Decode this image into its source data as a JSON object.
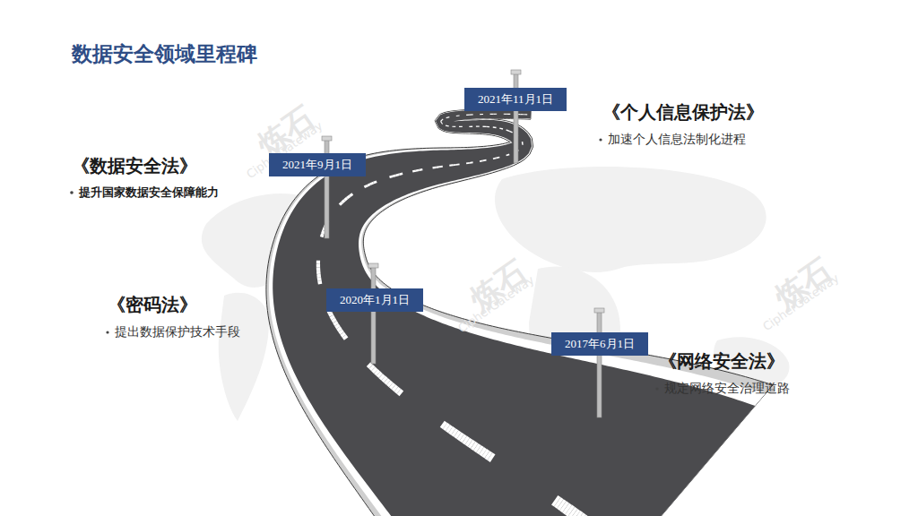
{
  "diagram": {
    "title": "数据安全领域里程碑",
    "nodes": [
      {
        "text": [
          "2021年11月1日"
        ]
      },
      {
        "text": [
          "2021年9月1日"
        ]
      },
      {
        "text": [
          "2020年1月1日"
        ]
      },
      {
        "text": [
          "2017年6月1日"
        ]
      }
    ],
    "labels": [
      "《个人信息保护法》",
      "加速个人信息法制化进程",
      "《数据安全法》",
      "提升国家数据安全保障能力",
      "《密码法》",
      "提出数据保护技术手段",
      "《网络安全法》",
      "规定网络安全治理道路",
      "炼石",
      "CipherGateway",
      "炼石",
      "CipherGateway",
      "炼石",
      "CipherGateway"
    ]
  }
}
